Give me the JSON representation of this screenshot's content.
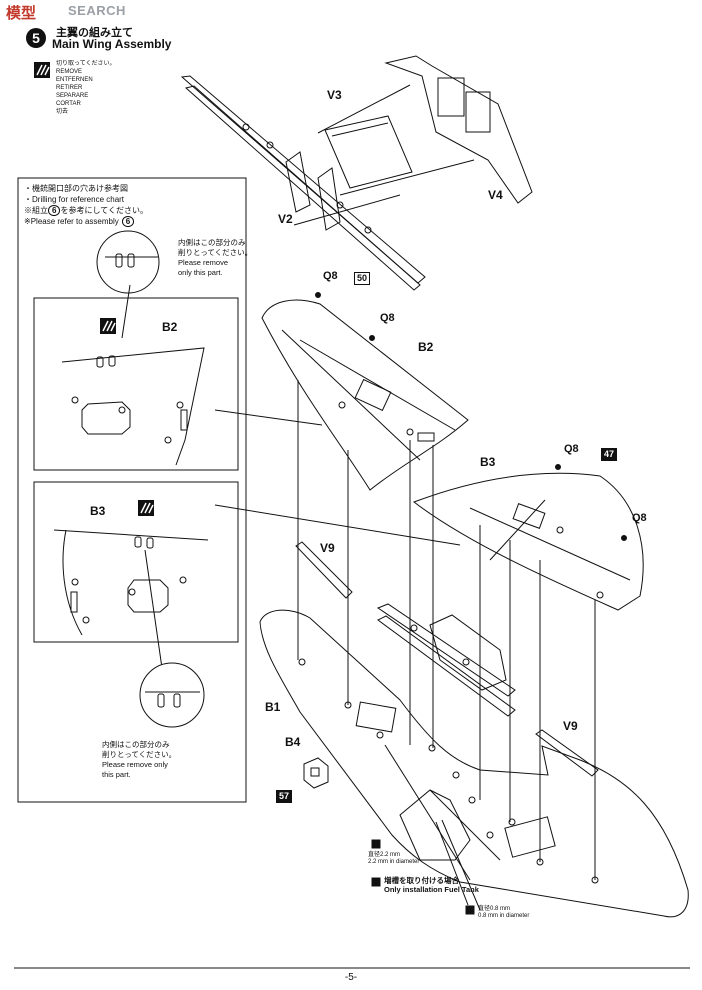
{
  "watermark": {
    "logo_text": "模型",
    "site_text": "SEARCH"
  },
  "header": {
    "step_number": "5",
    "title_jp": "主翼の組み立て",
    "title_en": "Main Wing Assembly"
  },
  "cut_instruction": {
    "lines": [
      "切り取ってください。",
      "REMOVE",
      "ENTFERNEN",
      "RETIRER",
      "SEPARARE",
      "CORTAR",
      "切去"
    ]
  },
  "reference_panel": {
    "heading": "・機銃開口部の穴あけ参考図",
    "heading_en": "・Drilling for reference chart",
    "refer_jp_pre": "※組立",
    "refer_jp_post": "を参考にしてください。",
    "refer_en_pre": "※Please refer to assembly",
    "refer_step": "6",
    "note_top_jp_1": "内側はこの部分のみ",
    "note_top_jp_2": "削りとってください。",
    "note_top_en_1": "Please remove",
    "note_top_en_2": "only this part.",
    "note_bottom_jp_1": "内側はこの部分のみ",
    "note_bottom_jp_2": "削りとってください。",
    "note_bottom_en_1": "Please remove only",
    "note_bottom_en_2": "this part.",
    "part_upper": "B2",
    "part_lower": "B3"
  },
  "parts": {
    "v3": "V3",
    "v4": "V4",
    "v2": "V2",
    "q8_a": "Q8",
    "q8_b": "Q8",
    "q8_c": "Q8",
    "q8_d": "Q8",
    "b2": "B2",
    "b3": "B3",
    "v9_left": "V9",
    "v9_right": "V9",
    "b1": "B1",
    "b4": "B4"
  },
  "paint_refs": {
    "ref_50": "50",
    "ref_47": "47",
    "ref_57": "57"
  },
  "drill_notes": {
    "large_jp": "直径2.2 mm",
    "large_en": "2.2 mm in diameter",
    "fuel_jp": "増槽を取り付ける場合",
    "fuel_en": "Only installation Fuel Tank",
    "small_jp": "直径0.8 mm",
    "small_en": "0.8 mm in diameter"
  },
  "footer": {
    "page_number": "-5-"
  }
}
